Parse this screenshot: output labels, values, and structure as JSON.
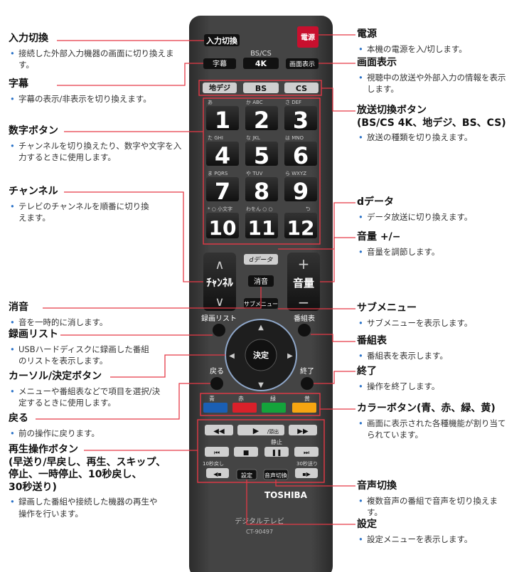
{
  "remote": {
    "buttons": {
      "input": "入力切換",
      "power": "電源",
      "bscs_top": "BS/CS",
      "k4": "4K",
      "subtitle": "字幕",
      "display": "画面表示",
      "terrestrial": "地デジ",
      "bs": "BS",
      "cs": "CS",
      "dpad_center": "決定",
      "ch_label": "ﾁｬﾝﾈﾙ",
      "vol_label": "音量",
      "mute": "消音",
      "ddata": "dデータ",
      "submenu": "サブメニュー",
      "recorded": "録画リスト",
      "guide": "番組表",
      "back": "戻る",
      "exit": "終了",
      "blue": "青",
      "red": "赤",
      "green": "緑",
      "yellow": "黄",
      "skip_label": "/頭出",
      "pause_label": "静止",
      "replay10": "10秒戻し",
      "skip30": "30秒送り",
      "settings": "設定",
      "audio": "音声切換"
    },
    "numpad": [
      {
        "num": "1",
        "sub": "あ"
      },
      {
        "num": "2",
        "sub": "か  ABC"
      },
      {
        "num": "3",
        "sub": "さ  DEF"
      },
      {
        "num": "4",
        "sub": "た  GHI"
      },
      {
        "num": "5",
        "sub": "な  JKL"
      },
      {
        "num": "6",
        "sub": "は  MNO"
      },
      {
        "num": "7",
        "sub": "ま  PQRS"
      },
      {
        "num": "8",
        "sub": "や  TUV"
      },
      {
        "num": "9",
        "sub": "ら  WXYZ"
      },
      {
        "num": "10",
        "sub": "* ○ 小文字"
      },
      {
        "num": "11",
        "sub": "わをん ○ ○"
      },
      {
        "num": "12",
        "sub": "⮌"
      }
    ],
    "brand": "TOSHIBA",
    "product": "デジタルテレビ",
    "model": "CT-90497"
  },
  "annotations": {
    "input": {
      "title": "入力切換",
      "desc": "接続した外部入力機器の画面に切り換えます。"
    },
    "subtitle": {
      "title": "字幕",
      "desc": "字幕の表示/非表示を切り換えます。"
    },
    "numbers": {
      "title": "数字ボタン",
      "desc": "チャンネルを切り換えたり、数字や文字を入力するときに使用します。"
    },
    "channel": {
      "title": "チャンネル",
      "desc": "テレビのチャンネルを順番に切り換えます。"
    },
    "mute": {
      "title": "消音",
      "desc": "音を一時的に消します。"
    },
    "recorded": {
      "title": "録画リスト",
      "desc": "USBハードディスクに録画した番組のリストを表示します。"
    },
    "cursor": {
      "title": "カーソル/決定ボタン",
      "desc": "メニューや番組表などで項目を選択/決定するときに使用します。"
    },
    "back": {
      "title": "戻る",
      "desc": "前の操作に戻ります。"
    },
    "playback": {
      "title1": "再生操作ボタン",
      "title2": "(早送り/早戻し、再生、スキップ、",
      "title3": "停止、一時停止、10秒戻し、",
      "title4": "30秒送り)",
      "desc": "録画した番組や接続した機器の再生や操作を行います。"
    },
    "power": {
      "title": "電源",
      "desc": "本機の電源を入/切します。"
    },
    "display": {
      "title": "画面表示",
      "desc": "視聴中の放送や外部入力の情報を表示します。"
    },
    "broadcast": {
      "title1": "放送切換ボタン",
      "title2": "(BS/CS 4K、地デジ、BS、CS)",
      "desc": "放送の種類を切り換えます。"
    },
    "ddata": {
      "title": "dデータ",
      "desc": "データ放送に切り換えます。"
    },
    "volume": {
      "title": "音量 +/−",
      "desc": "音量を調節します。"
    },
    "submenu": {
      "title": "サブメニュー",
      "desc": "サブメニューを表示します。"
    },
    "guide": {
      "title": "番組表",
      "desc": "番組表を表示します。"
    },
    "exit": {
      "title": "終了",
      "desc": "操作を終了します。"
    },
    "color": {
      "title": "カラーボタン(青、赤、緑、黄)",
      "desc": "画面に表示された各種機能が割り当てられています。"
    },
    "audio": {
      "title": "音声切換",
      "desc": "複数音声の番組で音声を切り換えます。"
    },
    "settings": {
      "title": "設定",
      "desc": "設定メニューを表示します。"
    }
  },
  "colors": {
    "body": "#3a3a3a",
    "power": "#c8102e",
    "leader": "#e53946",
    "blue": "#1b5fb4",
    "red": "#d9202a",
    "green": "#14a33b",
    "yellow": "#f6a511"
  }
}
